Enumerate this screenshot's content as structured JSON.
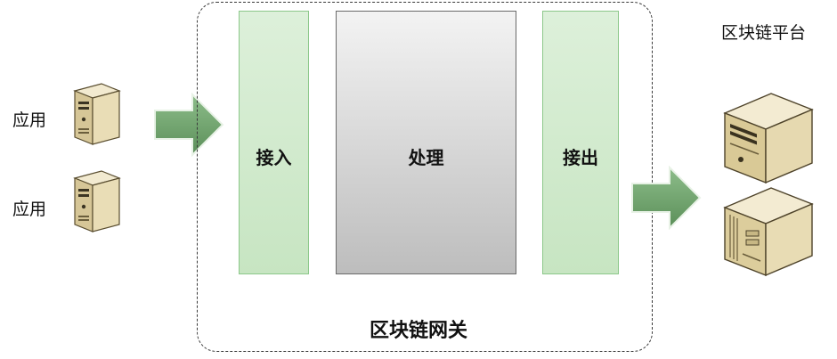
{
  "apps": [
    {
      "label": "应用",
      "icon": "server-tower-icon"
    },
    {
      "label": "应用",
      "icon": "server-tower-icon"
    }
  ],
  "gateway": {
    "title": "区块链网关",
    "stages": {
      "access": "接入",
      "process": "处理",
      "egress": "接出"
    }
  },
  "platform": {
    "label": "区块链平台",
    "icons": [
      "server-block-icon",
      "server-cabinet-icon"
    ]
  },
  "colors": {
    "arrow": "#6a9f68",
    "green_fill": "#d4ecd0",
    "gray_fill": "#d6d6d6",
    "server_body": "#e8dcb4",
    "server_front": "#d2c08e"
  }
}
